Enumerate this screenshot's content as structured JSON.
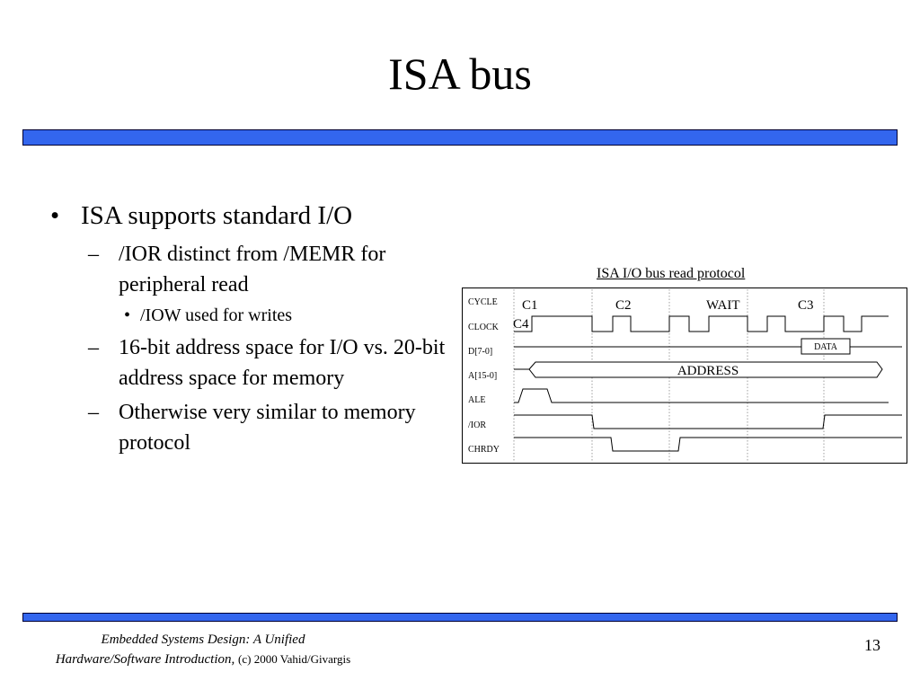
{
  "slide": {
    "title": "ISA bus",
    "bullets": {
      "main": "ISA supports standard I/O",
      "sub1": "/IOR distinct from /MEMR for peripheral read",
      "sub1_child": "/IOW used for writes",
      "sub2": "16-bit address space for I/O vs. 20-bit address space for memory",
      "sub3": "Otherwise very similar to memory protocol"
    },
    "markers": {
      "l1": "•",
      "l2": "–",
      "l3": "•"
    }
  },
  "diagram": {
    "caption": "ISA I/O bus read protocol",
    "signals": [
      "CYCLE",
      "CLOCK",
      "D[7-0]",
      "A[15-0]",
      "ALE",
      "/IOR",
      "CHRDY"
    ],
    "phases": [
      "C1",
      "C2",
      "WAIT",
      "C3",
      "C4"
    ],
    "data_label": "DATA",
    "address_label": "ADDRESS"
  },
  "footer": {
    "book_line1": "Embedded Systems Design: A Unified",
    "book_line2": "Hardware/Software Introduction,",
    "copyright": "(c) 2000 Vahid/Givargis",
    "page_number": "13"
  },
  "colors": {
    "accent_bar": "#3366ee"
  }
}
